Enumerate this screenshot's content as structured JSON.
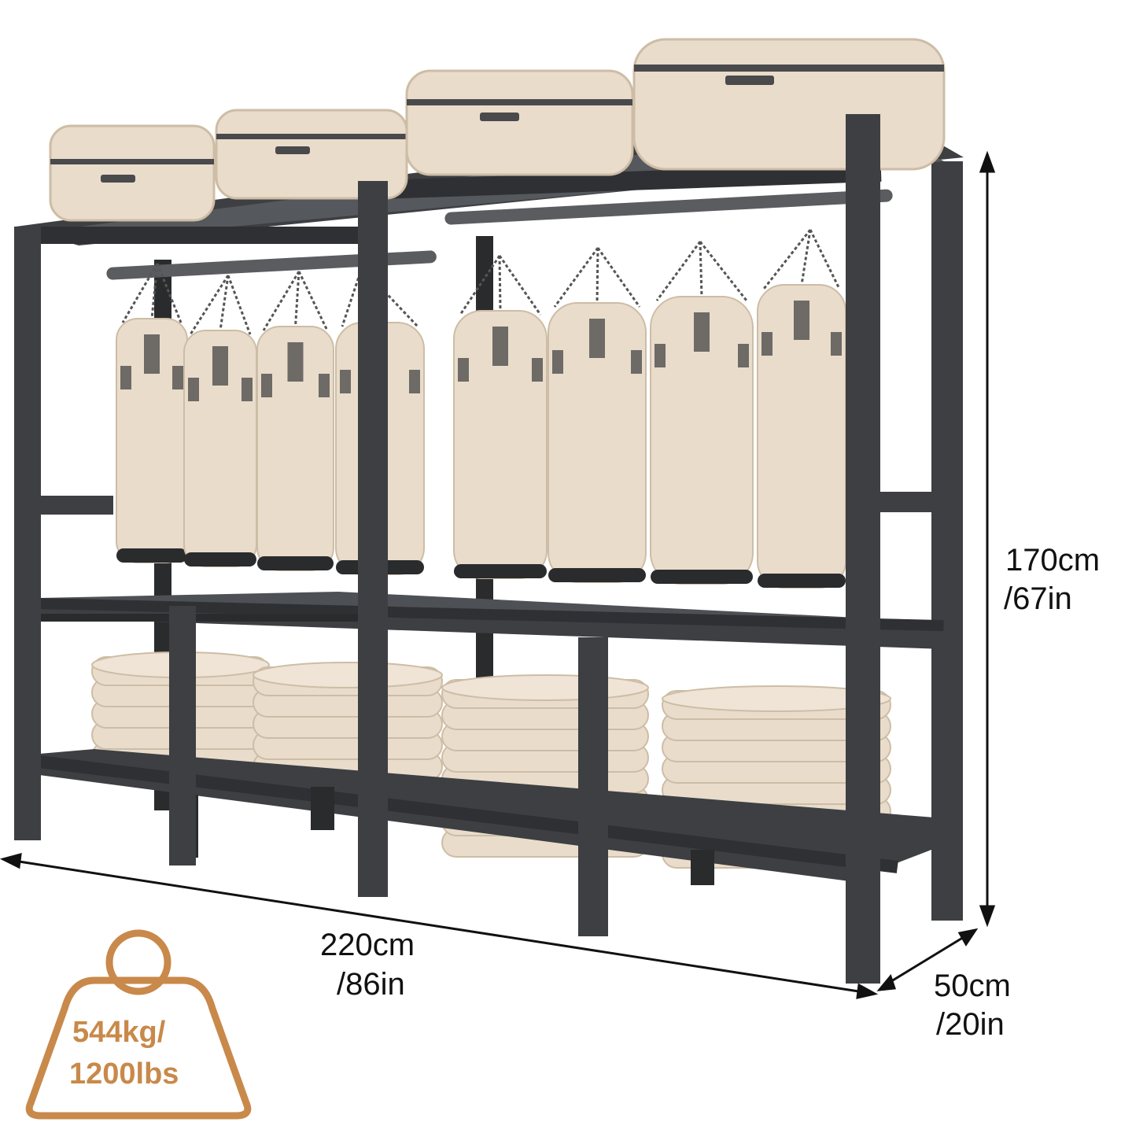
{
  "colors": {
    "frame": "#3d3f42",
    "frame_dark": "#2a2b2d",
    "item_beige": "#e9dccb",
    "item_shadow": "#cdbda6",
    "badge": "#c8894a",
    "bag_patch": "#6e6a66"
  },
  "dimensions": {
    "height": {
      "cm": "170cm",
      "in": "/67in"
    },
    "width": {
      "cm": "220cm",
      "in": "/86in"
    },
    "depth": {
      "cm": "50cm",
      "in": "/20in"
    }
  },
  "load_badge": {
    "icon": "weight-icon",
    "kg": "544kg/",
    "lbs": "1200lbs"
  }
}
